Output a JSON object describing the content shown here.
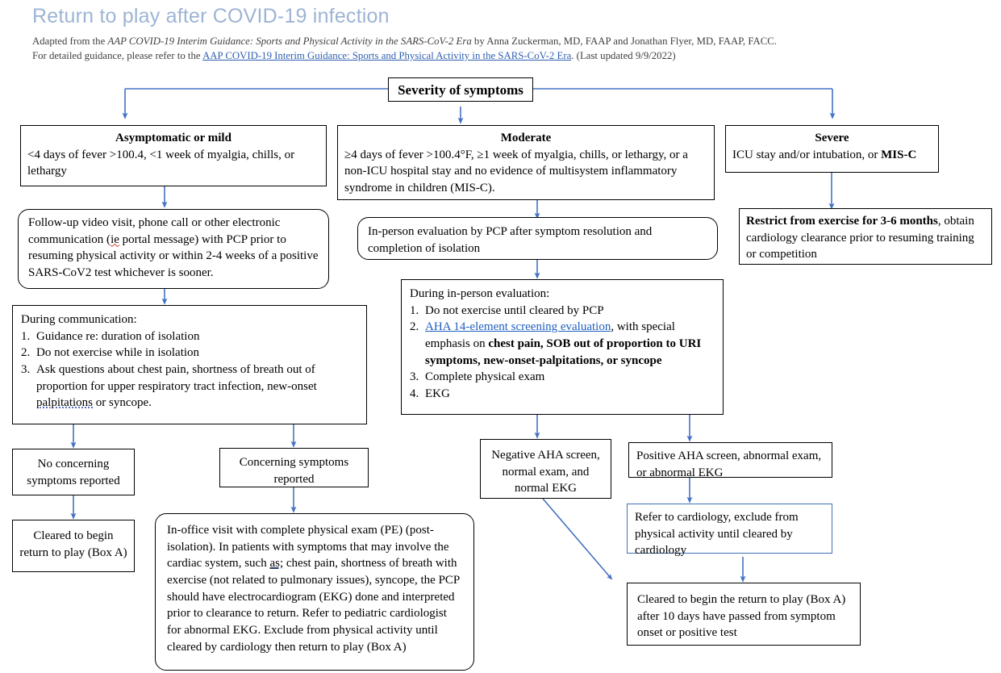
{
  "header": {
    "title": "Return to play after COVID-19 infection",
    "credit_prefix": "Adapted from the ",
    "credit_italic": "AAP COVID-19 Interim Guidance: Sports and Physical Activity in the SARS-CoV-2 Era",
    "credit_suffix": " by Anna Zuckerman, MD, FAAP and Jonathan Flyer, MD, FAAP, FACC.",
    "guidance_prefix": "For detailed guidance, please refer to the ",
    "guidance_link": "AAP COVID-19 Interim Guidance: Sports and Physical Activity in the SARS-CoV-2 Era",
    "guidance_suffix": ".  (Last updated 9/9/2022)"
  },
  "root": {
    "label": "Severity of symptoms"
  },
  "branches": {
    "mild": {
      "title": "Asymptomatic or mild",
      "body": "<4 days of fever >100.4, <1 week of myalgia, chills, or lethargy"
    },
    "moderate": {
      "title": "Moderate",
      "body": "≥4 days of fever >100.4°F, ≥1 week of myalgia, chills, or lethargy, or a non-ICU hospital stay and no evidence of multisystem inflammatory syndrome in children (MIS-C)."
    },
    "severe": {
      "title": "Severe",
      "body_prefix": "ICU stay and/or intubation, or ",
      "body_bold": "MIS-C"
    }
  },
  "mild_path": {
    "followup": {
      "t1": " Follow-up video visit, phone call or other electronic communication (",
      "spell": "ie",
      "t2": " portal message) with PCP prior to resuming physical activity or within 2-4 weeks of a positive SARS-CoV2 test whichever is sooner."
    },
    "during_communication": {
      "lead": "During communication:",
      "items": [
        "Guidance re: duration of isolation",
        "Do not exercise while in isolation"
      ],
      "item3_a": "Ask questions about chest pain, shortness of breath out of proportion for upper respiratory tract infection, new-onset ",
      "item3_spell": "palpitations",
      "item3_b": " or syncope."
    },
    "no_concern": "No concerning symptoms reported",
    "cleared": "Cleared to begin return to play (Box A)",
    "concern": "Concerning symptoms reported",
    "in_office": {
      "t1": "In-office visit with complete physical exam (PE) (post-isolation). In patients with symptoms that may involve the cardiac system, such ",
      "spell": "as;",
      "t2": " chest pain, shortness of breath with exercise (not related to pulmonary issues), syncope, the PCP should have electrocardiogram (EKG) done and interpreted prior to clearance to return. Refer to pediatric cardiologist for abnormal EKG. Exclude from physical activity until cleared by cardiology then return to play (Box A)"
    }
  },
  "moderate_path": {
    "in_person": "In-person evaluation by PCP after symptom resolution and completion of isolation",
    "during_eval": {
      "lead": "During in-person evaluation:",
      "item1": "Do not exercise until cleared by PCP",
      "item2_link": "AHA 14-element screening evaluation",
      "item2_a": ", with special emphasis on ",
      "item2_bold": "chest pain, SOB out of proportion to URI symptoms, new-onset-palpitations, or syncope",
      "item3": "Complete physical exam",
      "item4": "EKG"
    },
    "negative": "Negative AHA screen, normal exam, and normal EKG",
    "positive": "Positive AHA screen, abnormal exam, or abnormal EKG",
    "refer": "Refer to cardiology, exclude from physical activity until cleared by cardiology",
    "cleared_10d": "Cleared to begin the return to play (Box A) after 10 days have passed from symptom onset or positive test"
  },
  "severe_path": {
    "restrict_bold1": "Restrict from exercise for 3-6 months",
    "restrict_rest": ", obtain cardiology clearance prior to resuming training or competition"
  },
  "colors": {
    "title": "#9db4d4",
    "connector": "#4472c4",
    "link": "#1f5fbf",
    "blue_border": "#3f72b8",
    "box_border": "#000000"
  }
}
